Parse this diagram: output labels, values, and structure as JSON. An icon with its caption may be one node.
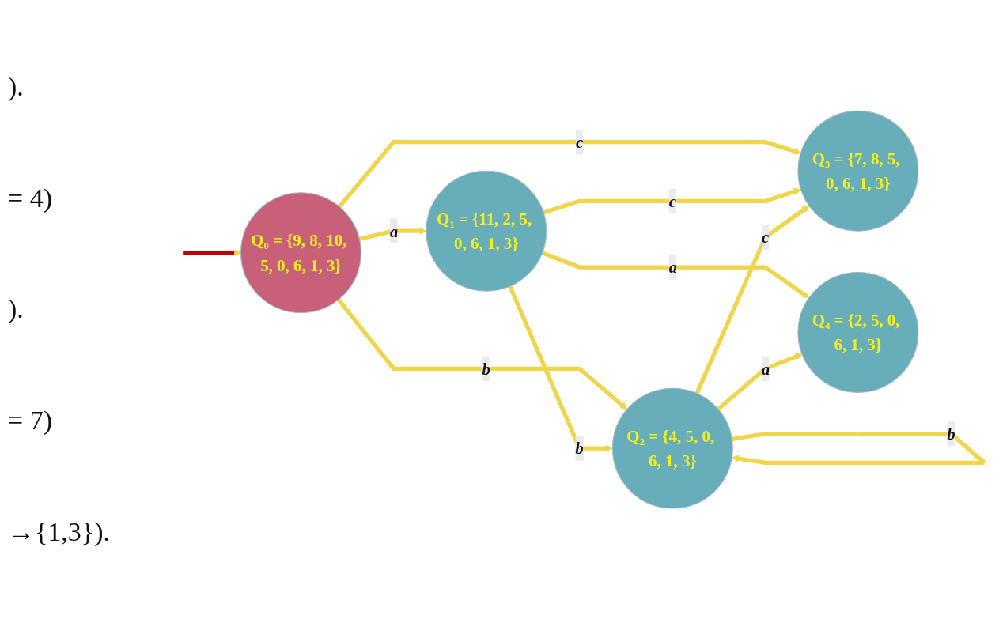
{
  "diagram": {
    "nodes": [
      {
        "text": [
          "Q₀ = {9, 8, 10, 5, 0, 6, 1, 3}"
        ]
      },
      {
        "text": [
          "Q₁ = {11, 2, 5, 0, 6, 1, 3}"
        ]
      },
      {
        "text": [
          "Q₂ = {4, 5, 0, 6, 1, 3}"
        ]
      },
      {
        "text": [
          "Q₃ = {7, 8, 5, 0, 6, 1, 3}"
        ]
      },
      {
        "text": [
          "Q₄ = {2, 5, 0, 6, 1, 3}"
        ]
      }
    ],
    "edges": [
      {
        "from": null,
        "to": 0,
        "arrow": "to",
        "color": "#c00000"
      },
      {
        "from": 0,
        "to": 1,
        "arrow": "to",
        "label": "a"
      },
      {
        "from": 0,
        "to": 2,
        "arrow": "to",
        "label": "b"
      },
      {
        "from": 0,
        "to": 3,
        "arrow": "to",
        "label": "c"
      },
      {
        "from": 1,
        "to": 4,
        "arrow": "to",
        "label": "a"
      },
      {
        "from": 1,
        "to": 2,
        "arrow": "to",
        "label": "b"
      },
      {
        "from": 1,
        "to": 3,
        "arrow": "to",
        "label": "c"
      },
      {
        "from": 2,
        "to": 4,
        "arrow": "to",
        "label": "a"
      },
      {
        "from": 2,
        "to": 2,
        "arrow": "to",
        "label": "b"
      },
      {
        "from": 2,
        "to": 3,
        "arrow": "to",
        "label": "c"
      }
    ],
    "labels": [
      ").",
      "= 4)",
      ").",
      "= 7)",
      "→{1,3})."
    ]
  }
}
